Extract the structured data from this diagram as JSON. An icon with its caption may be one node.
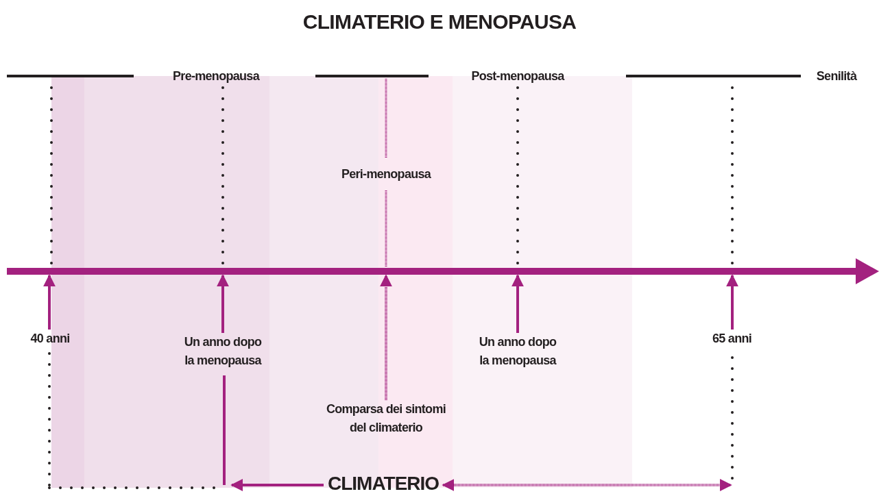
{
  "diagram": {
    "title": "CLIMATERIO E MENOPAUSA",
    "nodes": [
      {
        "text": [
          "40 anni"
        ]
      },
      {
        "text": [
          "Un anno dopo la menopausa"
        ]
      },
      {
        "text": [
          "Comparsa dei sintomi del climaterio"
        ]
      },
      {
        "text": [
          "Un anno dopo la menopausa"
        ]
      },
      {
        "text": [
          "65 anni"
        ]
      },
      {
        "text": [
          "CLIMATERIO"
        ]
      },
      {
        "text": [],
        "shape": "bar"
      }
    ],
    "edges": [
      {
        "from": 0,
        "to": 6,
        "arrow": "to"
      },
      {
        "from": 1,
        "to": 6,
        "arrow": "to"
      },
      {
        "from": 2,
        "to": 6,
        "arrow": "to",
        "style": "dashed"
      },
      {
        "from": 3,
        "to": 6,
        "arrow": "to"
      },
      {
        "from": 4,
        "to": 6,
        "arrow": "to"
      },
      {
        "from": 5,
        "to": null,
        "arrow": "to"
      },
      {
        "from": 5,
        "to": null,
        "arrow": "both",
        "style": "dashed"
      }
    ],
    "labels": [
      "Pre-menopausa",
      "Post-menopausa",
      "Senilità",
      "Peri-menopausa"
    ]
  }
}
